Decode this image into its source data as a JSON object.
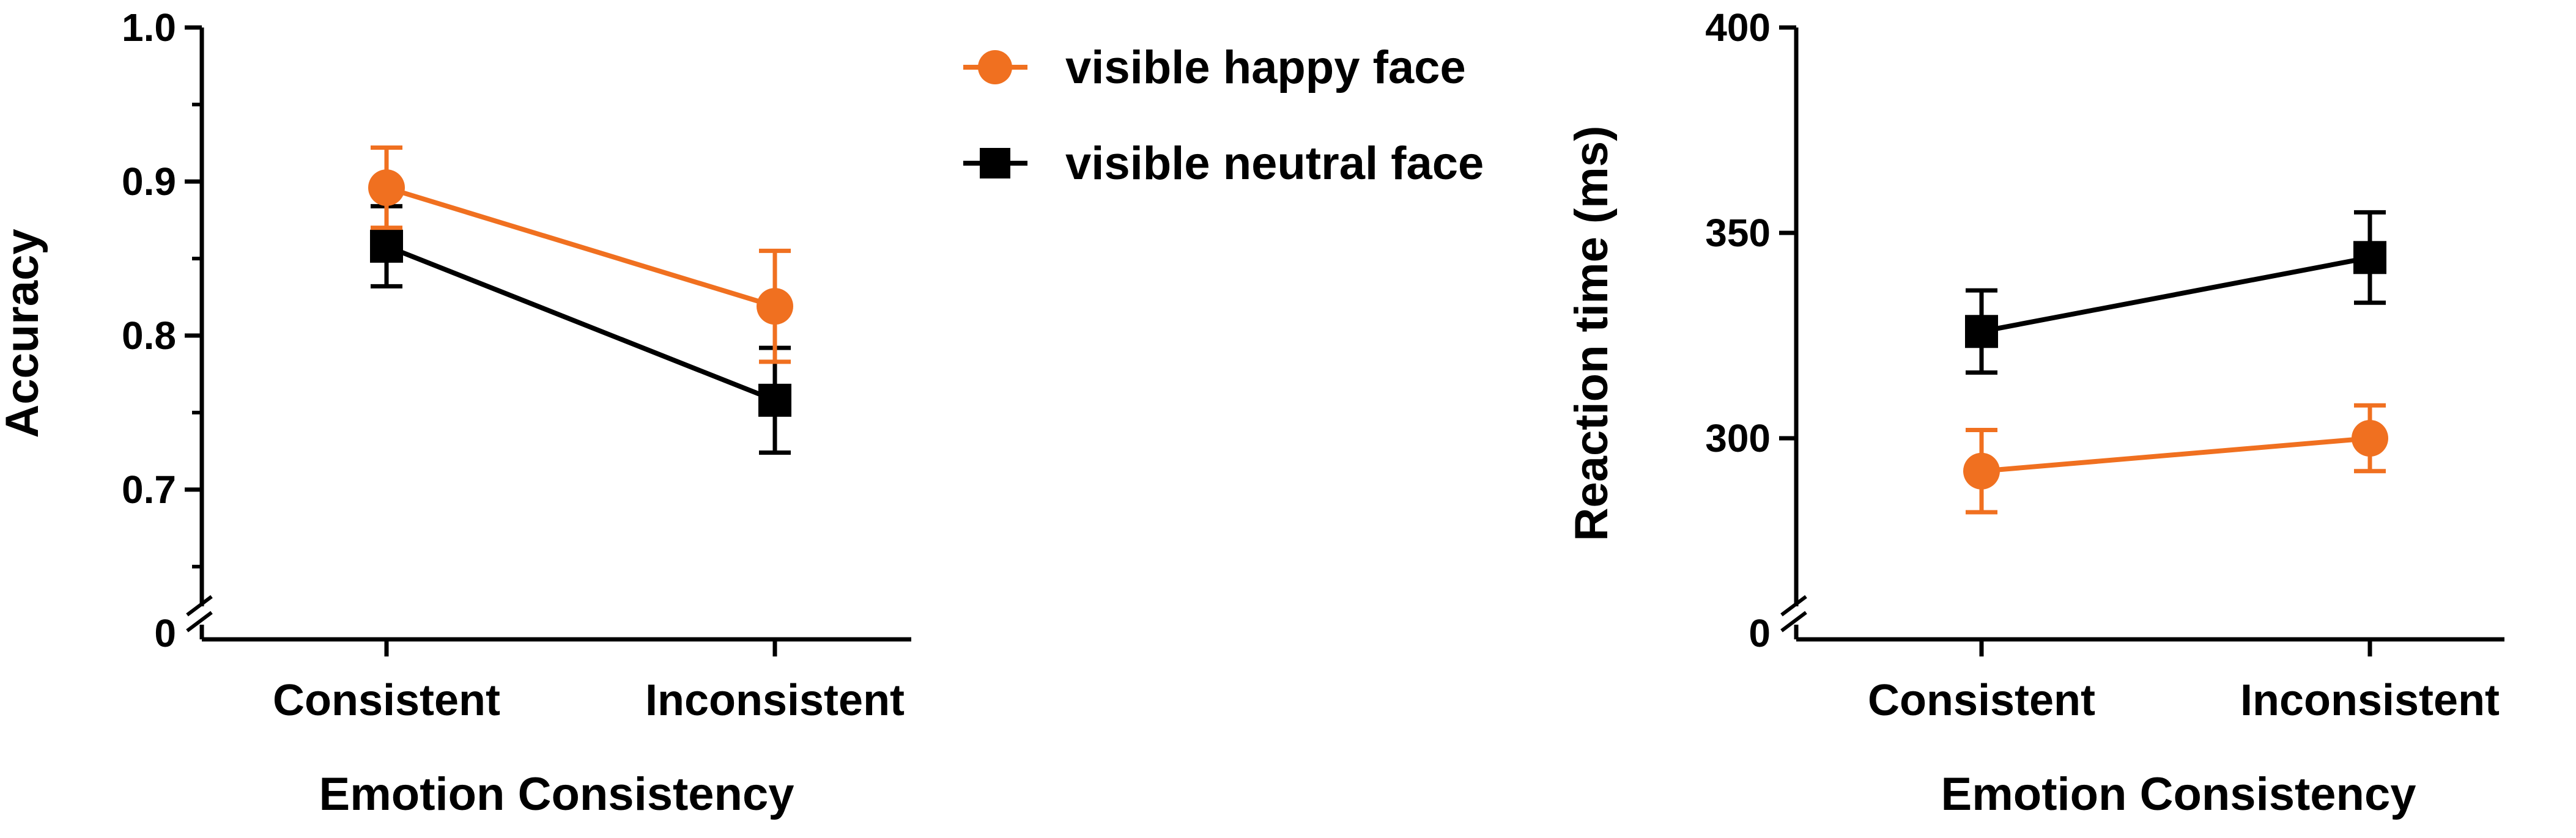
{
  "legend": {
    "entries": [
      {
        "label": "visible happy face",
        "marker": "circle",
        "color": "#F07020"
      },
      {
        "label": "visible neutral face",
        "marker": "square",
        "color": "#000000"
      }
    ]
  },
  "chart_data": [
    {
      "type": "line",
      "categories": [
        "Consistent",
        "Inconsistent"
      ],
      "xlabel": "Emotion Consistency",
      "ylabel": "Accuracy",
      "ylim": [
        0.6,
        1.0
      ],
      "axis_break": true,
      "yticks": [
        0.7,
        0.8,
        0.9,
        1.0
      ],
      "ytick_labels": [
        "0.7",
        "0.8",
        "0.9",
        "1.0"
      ],
      "zero_label": "0",
      "series": [
        {
          "name": "visible happy face",
          "color": "#F07020",
          "marker": "circle",
          "values": [
            0.896,
            0.819
          ],
          "errors": [
            0.026,
            0.036
          ]
        },
        {
          "name": "visible neutral face",
          "color": "#000000",
          "marker": "square",
          "values": [
            0.858,
            0.758
          ],
          "errors": [
            0.026,
            0.034
          ]
        }
      ]
    },
    {
      "type": "line",
      "categories": [
        "Consistent",
        "Inconsistent"
      ],
      "xlabel": "Emotion Consistency",
      "ylabel": "Reaction time (ms)",
      "ylim": [
        250,
        400
      ],
      "axis_break": true,
      "yticks": [
        300,
        350,
        400
      ],
      "ytick_labels": [
        "300",
        "350",
        "400"
      ],
      "zero_label": "0",
      "series": [
        {
          "name": "visible happy face",
          "color": "#F07020",
          "marker": "circle",
          "values": [
            292,
            300
          ],
          "errors": [
            10,
            8
          ]
        },
        {
          "name": "visible neutral face",
          "color": "#000000",
          "marker": "square",
          "values": [
            326,
            344
          ],
          "errors": [
            10,
            11
          ]
        }
      ]
    }
  ]
}
